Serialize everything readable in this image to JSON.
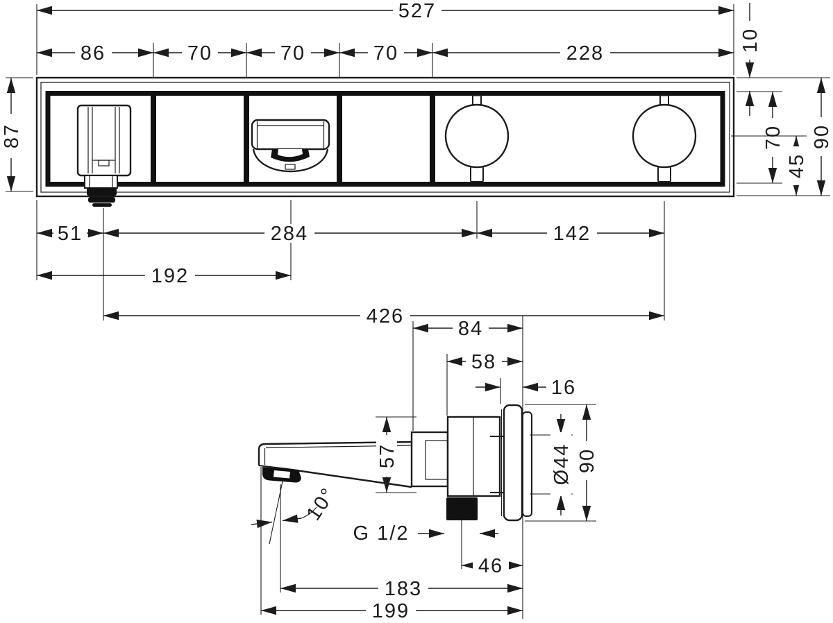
{
  "drawing": {
    "background": "#ffffff",
    "line_color": "#1c1c1c",
    "front_view": {
      "overall_width": "527",
      "segment_1": "86",
      "segment_2": "70",
      "segment_3": "70",
      "segment_4": "70",
      "segment_5": "228",
      "top_offset": "10",
      "left_height": "87",
      "handle_unit_height": "70",
      "handle_center_to_bottom": "45",
      "overall_height": "90",
      "hose_outlet_offset": "51",
      "hose_to_handle1": "284",
      "handle_spacing": "142",
      "spout_center_offset": "192",
      "hose_to_handle2": "426"
    },
    "side_view": {
      "depth_overall": "84",
      "depth_block": "58",
      "plate_thickness": "16",
      "body_height": "57",
      "collar_diameter": "Ø44",
      "plate_height": "90",
      "spout_angle": "10°",
      "thread_size": "G 1/2",
      "outlet_to_wall": "46",
      "aerator_to_wall": "183",
      "spout_tip_to_wall": "199"
    }
  }
}
